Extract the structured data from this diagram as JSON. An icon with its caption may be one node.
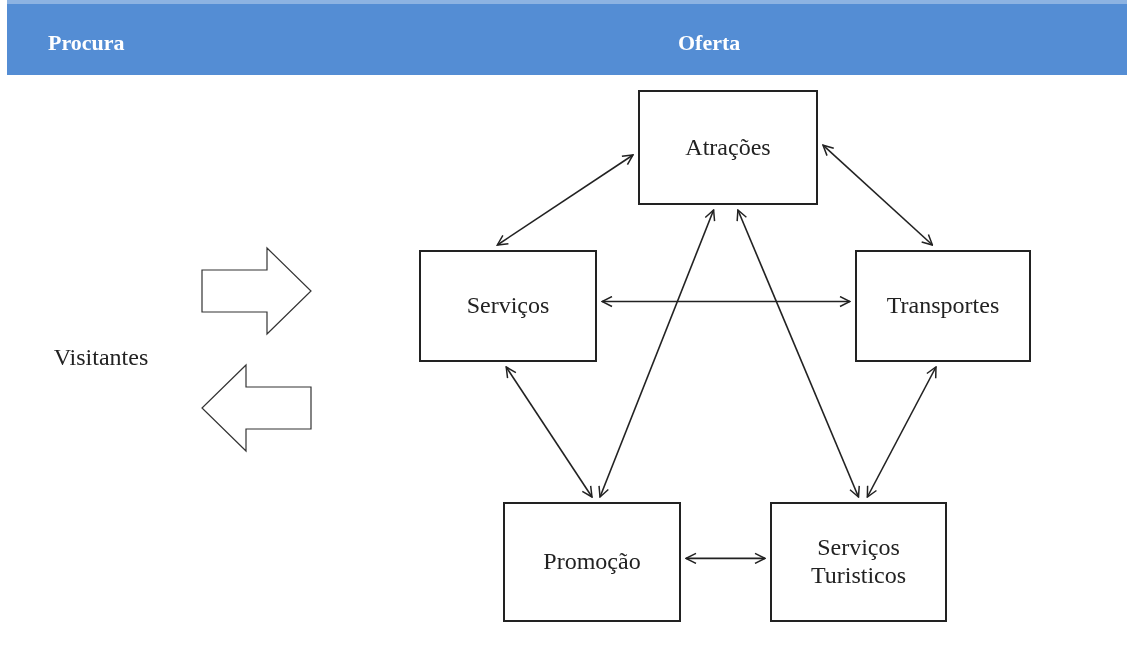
{
  "diagram": {
    "nodes": [
      {
        "text": [
          "Visitantes"
        ]
      },
      {
        "text": [
          "Atrações"
        ]
      },
      {
        "text": [
          "Serviços"
        ]
      },
      {
        "text": [
          "Transportes"
        ]
      },
      {
        "text": [
          "Promoção"
        ]
      },
      {
        "text": [
          "Serviços Turisticos"
        ]
      }
    ],
    "edges": [
      {
        "from": 1,
        "to": 2,
        "arrow": "both"
      },
      {
        "from": 1,
        "to": 3,
        "arrow": "both"
      },
      {
        "from": 2,
        "to": 3,
        "arrow": "both"
      },
      {
        "from": 2,
        "to": 4,
        "arrow": "both"
      },
      {
        "from": 4,
        "to": 1,
        "arrow": "both"
      },
      {
        "from": 5,
        "to": 1,
        "arrow": "both"
      },
      {
        "from": 3,
        "to": 5,
        "arrow": "both"
      },
      {
        "from": 4,
        "to": 5,
        "arrow": "both"
      }
    ],
    "labels": [
      "Procura",
      "Oferta"
    ]
  }
}
